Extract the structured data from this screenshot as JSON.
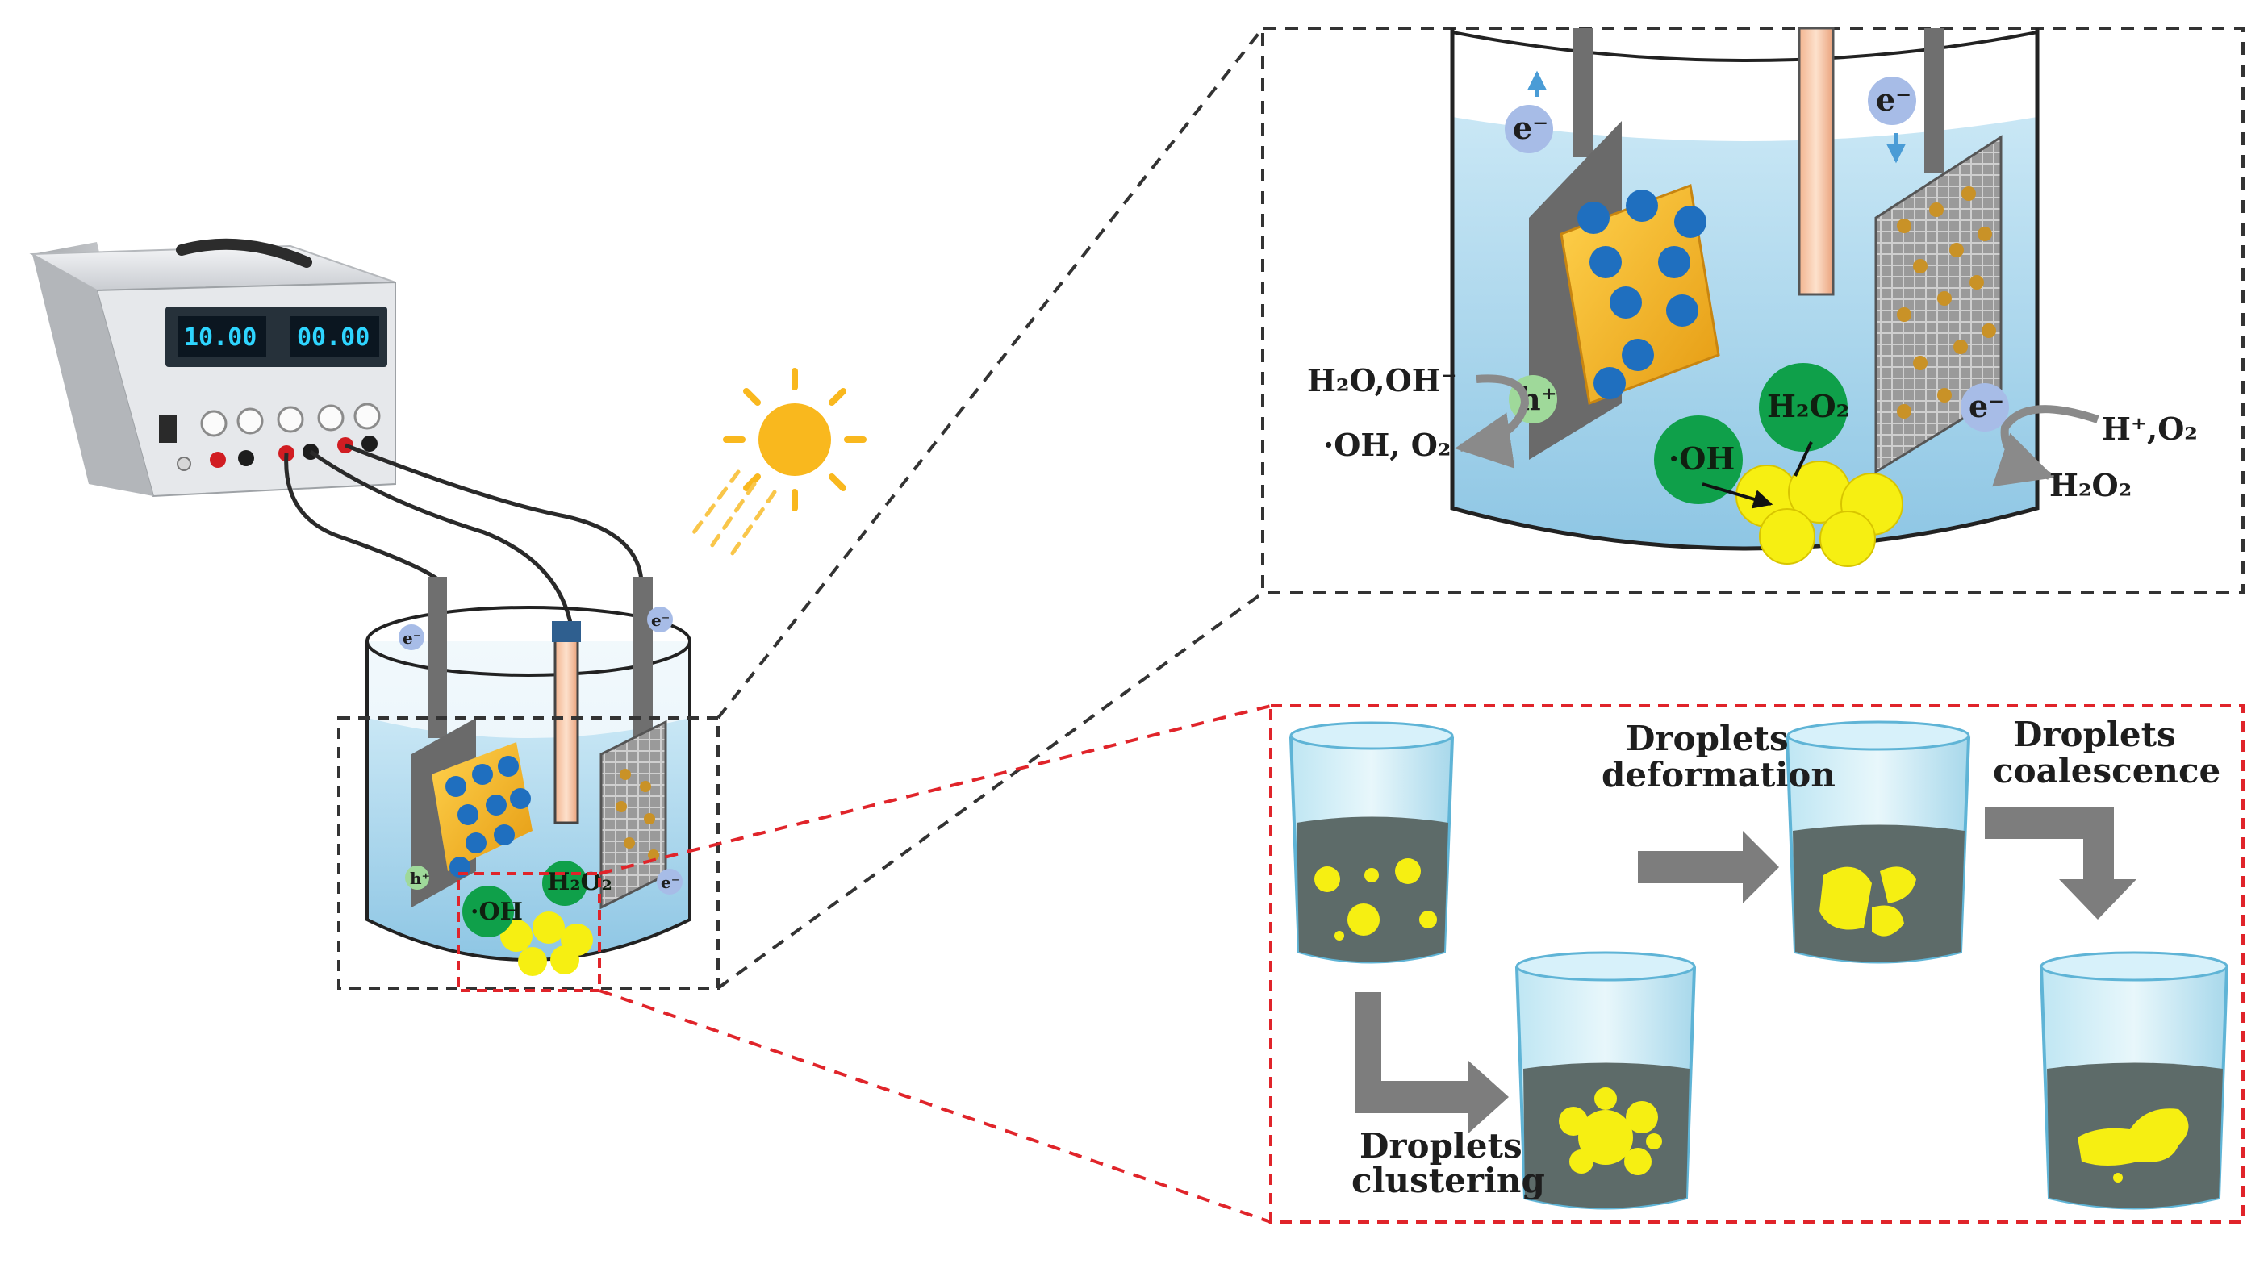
{
  "power_supply": {
    "display_left": "10.00",
    "display_right": "00.00"
  },
  "zoom_panel": {
    "species": {
      "electron_top_left": "e⁻",
      "electron_top_right": "e⁻",
      "hole": "h⁺",
      "electron_cathode": "e⁻",
      "hydroxyl_radical": "·OH",
      "hydrogen_peroxide": "H₂O₂"
    },
    "reactions": {
      "anode_in": "H₂O,OH⁻",
      "anode_out": "·OH, O₂",
      "cathode_in": "H⁺,O₂",
      "cathode_out": "H₂O₂"
    }
  },
  "small_cell": {
    "electron_left": "e⁻",
    "electron_right": "e⁻",
    "hole": "h⁺",
    "electron_cathode": "e⁻",
    "hydroxyl_radical": "·OH",
    "hydrogen_peroxide": "H₂O₂"
  },
  "droplet_panel": {
    "step_clustering": [
      "Droplets",
      "clustering"
    ],
    "step_deformation": [
      "Droplets",
      "deformation"
    ],
    "step_coalescence": [
      "Droplets",
      "coalescence"
    ]
  },
  "colors": {
    "water": "#a9d6ec",
    "electrode_plate": "#6f6f6f",
    "catalyst": "#f5b82e",
    "catalyst_dots": "#1f6fbf",
    "radical_green": "#0fa04a",
    "oil_droplet": "#f6ef12",
    "sun": "#f9b81e",
    "dashed_black": "#333333",
    "dashed_red": "#e0242a",
    "arrow_gray": "#7d7d7d",
    "beaker_liquid": "#5d6b69"
  }
}
